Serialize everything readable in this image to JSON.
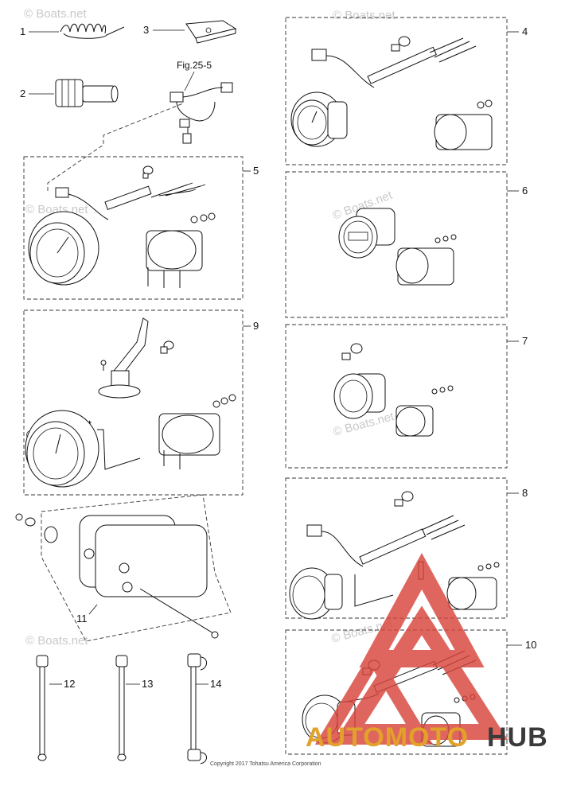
{
  "watermark": "© Boats.net",
  "figure_ref": "Fig.25-5",
  "copyright": "Copyright 2017 Tohatsu America Corporation",
  "brand": {
    "part1": "AUTOMOTO",
    "part2": "HUB",
    "color1": "#e2a12a",
    "color2": "#3a3a3a",
    "logo_color": "#d9453b"
  },
  "callouts": [
    "1",
    "2",
    "3",
    "4",
    "5",
    "6",
    "7",
    "8",
    "9",
    "10",
    "11",
    "12",
    "13",
    "14"
  ]
}
